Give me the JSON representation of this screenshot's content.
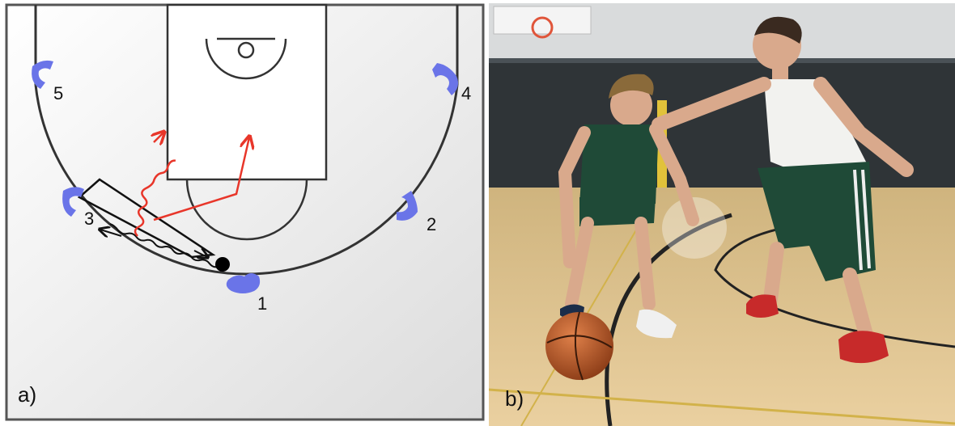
{
  "panels": {
    "a": {
      "label": "a)",
      "players": [
        {
          "number": "5"
        },
        {
          "number": "4"
        },
        {
          "number": "3"
        },
        {
          "number": "2"
        },
        {
          "number": "1"
        }
      ],
      "colors": {
        "player": "#6a74e8",
        "court_line": "#2a2a2a",
        "cut_arrow": "#e8362a",
        "dribble": "#111111"
      }
    },
    "b": {
      "label": "b)",
      "colors": {
        "floor": "#e4c48a",
        "wall": "#2f3437",
        "jersey_green": "#1f4a37",
        "jersey_white": "#f2f2ef"
      }
    }
  }
}
